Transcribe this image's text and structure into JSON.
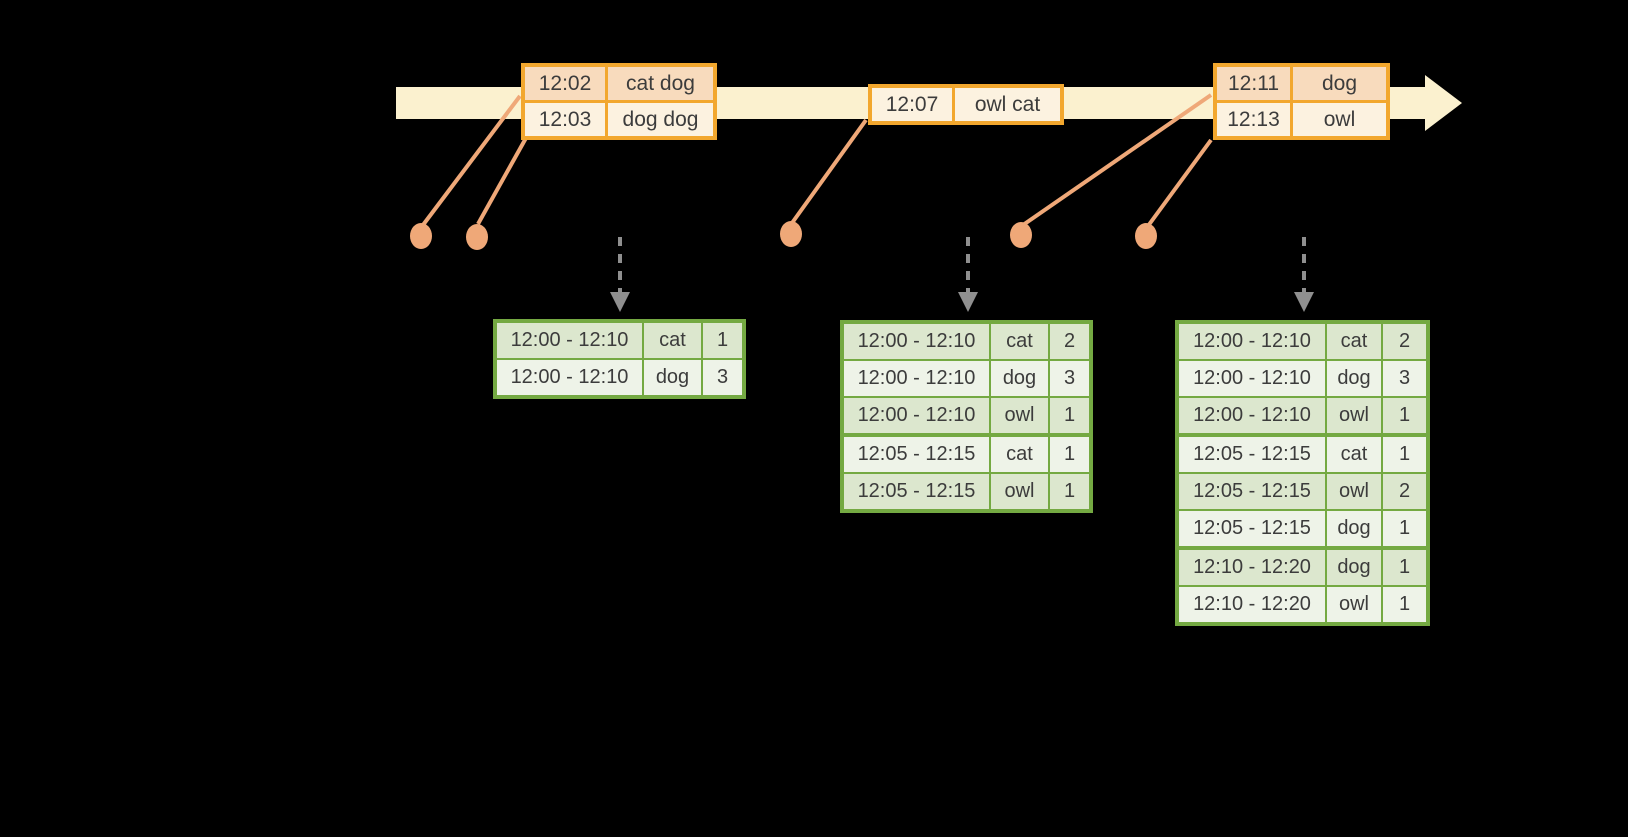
{
  "colors": {
    "background": "#000000",
    "timeline_fill": "#FBF1CF",
    "event_table_border": "#F2A72E",
    "event_row_dark": "#F8DBBD",
    "event_row_light": "#FCF2E0",
    "connector": "#EFA878",
    "result_table_border": "#74A942",
    "result_row_dark": "#DCE7CE",
    "result_row_light": "#EEF3E8",
    "trigger_arrow": "#8F8F8F",
    "text": "#3C3C3C"
  },
  "event_tables": [
    {
      "rows": [
        {
          "time": "12:02",
          "words": "cat dog",
          "shade": "dark"
        },
        {
          "time": "12:03",
          "words": "dog dog",
          "shade": "light"
        }
      ]
    },
    {
      "rows": [
        {
          "time": "12:07",
          "words": "owl cat",
          "shade": "light"
        }
      ]
    },
    {
      "rows": [
        {
          "time": "12:11",
          "words": "dog",
          "shade": "dark"
        },
        {
          "time": "12:13",
          "words": "owl",
          "shade": "light"
        }
      ]
    }
  ],
  "result_tables": [
    {
      "rows": [
        {
          "window": "12:00 - 12:10",
          "word": "cat",
          "count": "1",
          "shade": "dark"
        },
        {
          "window": "12:00 - 12:10",
          "word": "dog",
          "count": "3",
          "shade": "light"
        }
      ]
    },
    {
      "rows": [
        {
          "window": "12:00 - 12:10",
          "word": "cat",
          "count": "2",
          "shade": "dark"
        },
        {
          "window": "12:00 - 12:10",
          "word": "dog",
          "count": "3",
          "shade": "light"
        },
        {
          "window": "12:00 - 12:10",
          "word": "owl",
          "count": "1",
          "shade": "dark"
        },
        {
          "window": "12:05 - 12:15",
          "word": "cat",
          "count": "1",
          "shade": "light",
          "group_start": true
        },
        {
          "window": "12:05 - 12:15",
          "word": "owl",
          "count": "1",
          "shade": "dark"
        }
      ]
    },
    {
      "rows": [
        {
          "window": "12:00 - 12:10",
          "word": "cat",
          "count": "2",
          "shade": "dark"
        },
        {
          "window": "12:00 - 12:10",
          "word": "dog",
          "count": "3",
          "shade": "light"
        },
        {
          "window": "12:00 - 12:10",
          "word": "owl",
          "count": "1",
          "shade": "dark"
        },
        {
          "window": "12:05 - 12:15",
          "word": "cat",
          "count": "1",
          "shade": "light",
          "group_start": true
        },
        {
          "window": "12:05 - 12:15",
          "word": "owl",
          "count": "2",
          "shade": "dark"
        },
        {
          "window": "12:05 - 12:15",
          "word": "dog",
          "count": "1",
          "shade": "light"
        },
        {
          "window": "12:10 - 12:20",
          "word": "dog",
          "count": "1",
          "shade": "dark",
          "group_start": true
        },
        {
          "window": "12:10 - 12:20",
          "word": "owl",
          "count": "1",
          "shade": "light"
        }
      ]
    }
  ]
}
